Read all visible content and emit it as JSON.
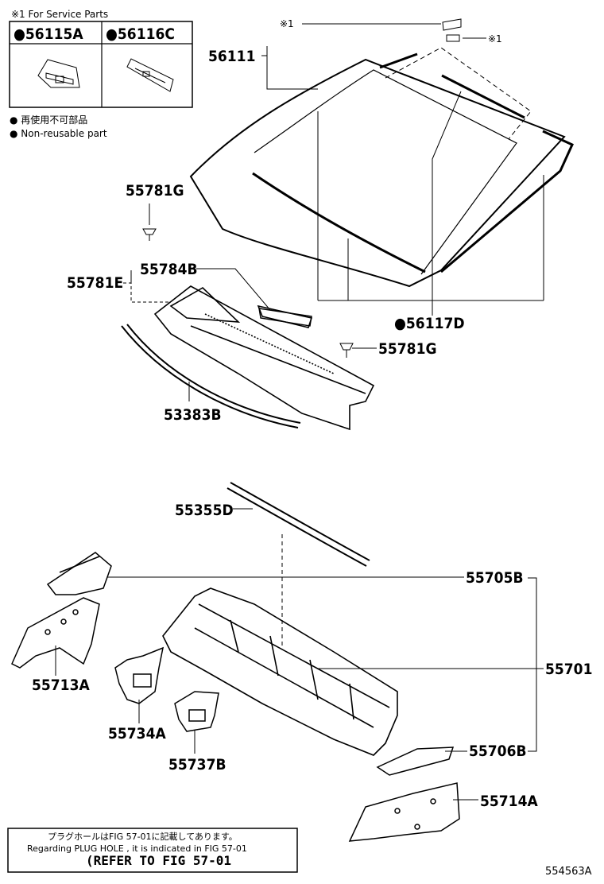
{
  "service": {
    "header": "※1 For Service Parts",
    "parts": [
      "●56115A",
      "●56116C"
    ]
  },
  "legend": {
    "line_jp": "● 再使用不可部品",
    "line_en": "● Non-reusable part"
  },
  "callouts": {
    "mark1_top": "※1",
    "mark1_right": "※1",
    "p56111": "56111",
    "p55781G_top": "55781G",
    "p55784B": "55784B",
    "p55781E": "55781E",
    "p56117D": "●56117D",
    "p55781G_right": "55781G",
    "p53383B": "53383B",
    "p55355D": "55355D",
    "p55705B": "55705B",
    "p55701": "55701",
    "p55713A": "55713A",
    "p55734A": "55734A",
    "p55737B": "55737B",
    "p55706B": "55706B",
    "p55714A": "55714A"
  },
  "footer_note": {
    "line1": "プラグホールはFIG 57-01に記載してあります。",
    "line2": "Regarding PLUG HOLE , it is indicated in FIG 57-01",
    "line3": "(REFER TO FIG 57-01"
  },
  "figure_code": "554563A"
}
